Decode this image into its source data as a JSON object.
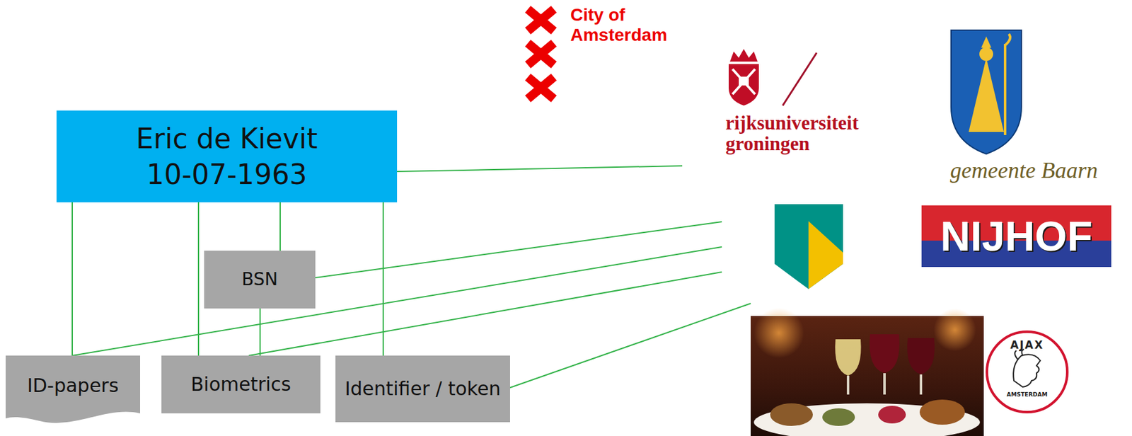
{
  "diagram": {
    "nodes": [
      {
        "text": [
          "Eric de Kievit",
          "10-07-1963"
        ]
      },
      {
        "text": [
          "BSN"
        ]
      },
      {
        "text": [
          "ID-papers"
        ]
      },
      {
        "text": [
          "Biometrics"
        ]
      },
      {
        "text": [
          "Identifier / token"
        ]
      }
    ],
    "edges": [
      {
        "from": 0,
        "to": 2,
        "arrow": "none"
      },
      {
        "from": 0,
        "to": 3,
        "arrow": "none"
      },
      {
        "from": 0,
        "to": 1,
        "arrow": "none"
      },
      {
        "from": 0,
        "to": 4,
        "arrow": "none"
      },
      {
        "from": 1,
        "to": 3,
        "arrow": "none"
      }
    ],
    "labels": [
      "City of Amsterdam",
      "rijksuniversiteit groningen",
      "gemeente Baarn",
      "NIJHOF",
      "AJAX",
      "AMSTERDAM"
    ]
  }
}
